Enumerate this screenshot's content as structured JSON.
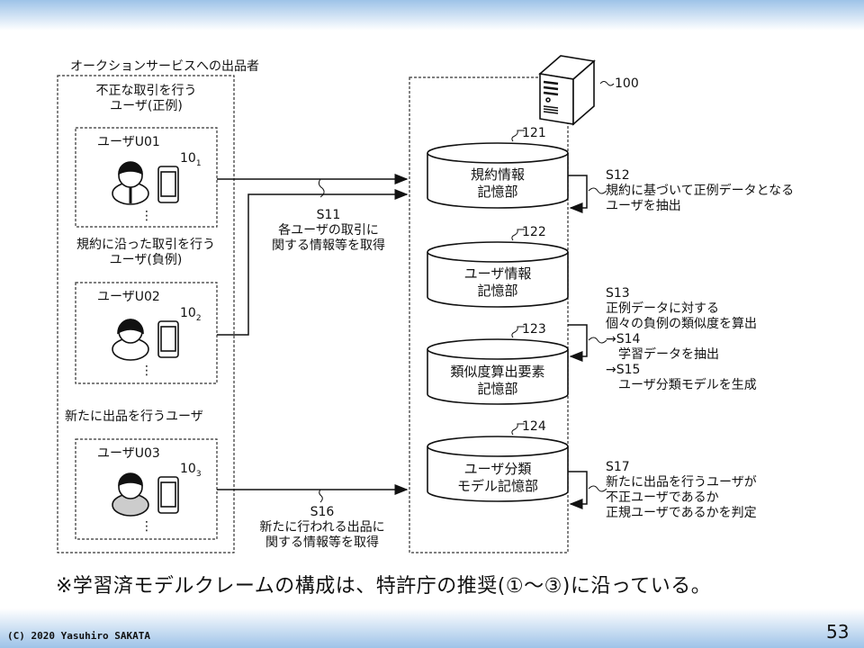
{
  "header": {
    "band_color": "#9ec3e8"
  },
  "diagram": {
    "sellers_group_label": "オークションサービスへの出品者",
    "groups": [
      {
        "title_lines": [
          "不正な取引を行う",
          "ユーザ(正例)"
        ],
        "user_label": "ユーザU01",
        "device_ref": "10",
        "device_sub": "1",
        "ellipsis": "⋮"
      },
      {
        "title_lines": [
          "規約に沿った取引を行う",
          "ユーザ(負例)"
        ],
        "user_label": "ユーザU02",
        "device_ref": "10",
        "device_sub": "2",
        "ellipsis": "⋮"
      },
      {
        "title_lines": [
          "新たに出品を行うユーザ"
        ],
        "user_label": "ユーザU03",
        "device_ref": "10",
        "device_sub": "3",
        "ellipsis": "⋮"
      }
    ],
    "server_ref": "100",
    "storages": [
      {
        "ref": "121",
        "lines": [
          "規約情報",
          "記憶部"
        ]
      },
      {
        "ref": "122",
        "lines": [
          "ユーザ情報",
          "記憶部"
        ]
      },
      {
        "ref": "123",
        "lines": [
          "類似度算出要素",
          "記憶部"
        ]
      },
      {
        "ref": "124",
        "lines": [
          "ユーザ分類",
          "モデル記憶部"
        ]
      }
    ],
    "s11": {
      "step": "S11",
      "lines": [
        "各ユーザの取引に",
        "関する情報等を取得"
      ]
    },
    "s16": {
      "step": "S16",
      "lines": [
        "新たに行われる出品に",
        "関する情報等を取得"
      ]
    },
    "s12": {
      "lines": [
        "S12",
        "規約に基づいて正例データとなる",
        "ユーザを抽出"
      ]
    },
    "s13": {
      "lines": [
        "S13",
        "正例データに対する",
        "個々の負例の類似度を算出",
        "→S14",
        "　学習データを抽出",
        "→S15",
        "　ユーザ分類モデルを生成"
      ]
    },
    "s17": {
      "lines": [
        "S17",
        "新たに出品を行うユーザが",
        "不正ユーザであるか",
        "正規ユーザであるかを判定"
      ]
    }
  },
  "note": "※学習済モデルクレームの構成は、特許庁の推奨(①～③)に沿っている。",
  "footer": {
    "copyright": "(C) 2020 Yasuhiro SAKATA",
    "page_number": "53"
  }
}
